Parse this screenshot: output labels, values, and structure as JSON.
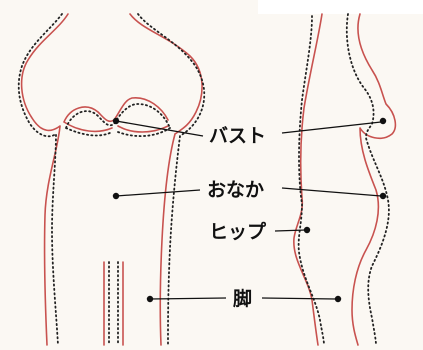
{
  "labels": {
    "bust": "バスト",
    "belly": "おなか",
    "hip": "ヒップ",
    "legs": "脚"
  },
  "colors": {
    "outline": "#c8524f",
    "dotted": "#222222",
    "background": "#fbf8f3"
  }
}
